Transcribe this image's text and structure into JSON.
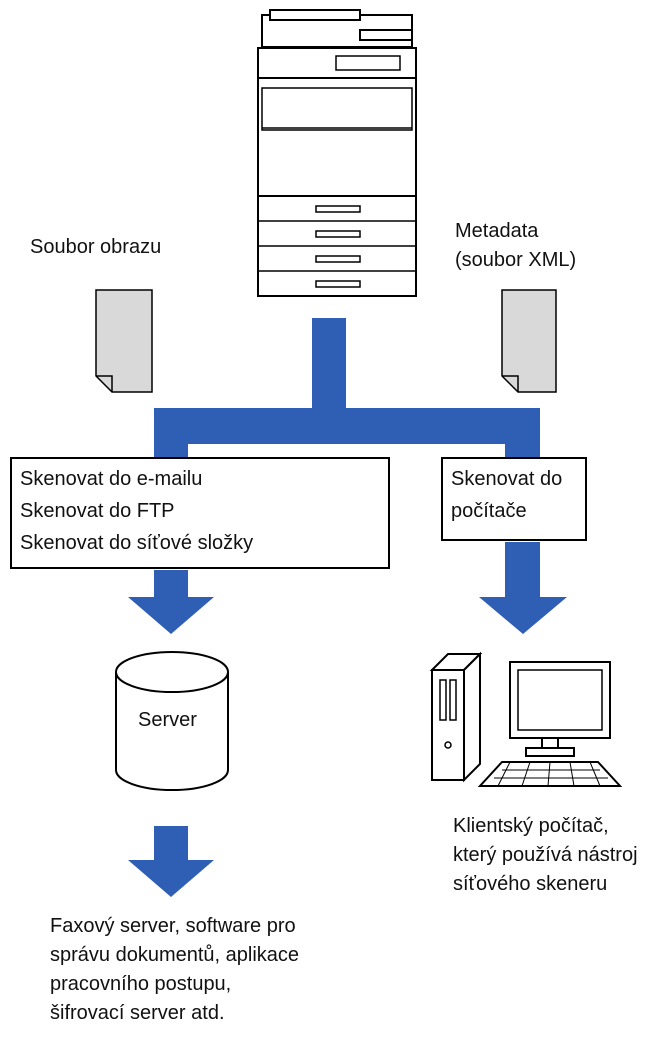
{
  "labels": {
    "image_file": "Soubor obrazu",
    "metadata_line1": "Metadata",
    "metadata_line2": "(soubor XML)",
    "server": "Server",
    "client_line1": "Klientský počítač,",
    "client_line2": "který používá nástroj",
    "client_line3": "síťového skeneru",
    "dest_line1": "Faxový server, software pro",
    "dest_line2": "správu dokumentů, aplikace",
    "dest_line3": "pracovního postupu,",
    "dest_line4": "šifrovací server atd."
  },
  "left_box": [
    "Skenovat do e-mailu",
    "Skenovat do FTP",
    "Skenovat do síťové složky"
  ],
  "right_box": [
    "Skenovat do",
    "počítače"
  ],
  "colors": {
    "arrow": "#2f5eb5",
    "document": "#d9d9d9",
    "outline": "#000000"
  },
  "icons": [
    "printer-icon",
    "document-icon",
    "server-icon",
    "computer-icon"
  ]
}
